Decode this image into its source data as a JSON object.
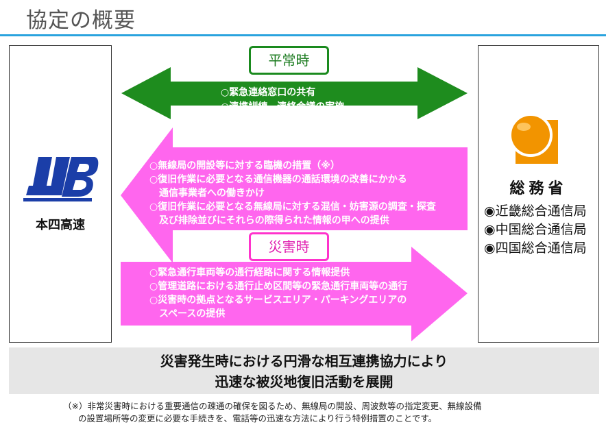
{
  "title": "協定の概要",
  "left_org": {
    "name": "本四高速",
    "logo_letters": "JB"
  },
  "right_org": {
    "name": "総務省",
    "bureaus": [
      "◉近畿総合通信局",
      "◉中国総合通信局",
      "◉四国総合通信局"
    ]
  },
  "normal": {
    "label": "平常時",
    "items": [
      "○緊急連絡窓口の共有",
      "○連携訓練、連絡会議の実施"
    ]
  },
  "disaster": {
    "label": "災害時",
    "to_left_items": [
      "○無線局の開設等に対する臨機の措置（※）",
      "○復旧作業に必要となる通信機器の通話環境の改善にかかる",
      "　通信事業者への働きかけ",
      "○復旧作業に必要となる無線局に対する混信・妨害源の調査・探査",
      "　及び排除並びにそれらの際得られた情報の甲への提供"
    ],
    "to_right_items": [
      "○緊急通行車両等の通行経路に関する情報提供",
      "○管理道路における通行止め区間等の緊急通行車両等の通行",
      "○災害時の拠点となるサービスエリア・パーキングエリアの",
      "　スペースの提供"
    ]
  },
  "summary": [
    "災害発生時における円滑な相互連携協力により",
    "迅速な被災地復旧活動を展開"
  ],
  "note": [
    "（※）非常災害時における重要通信の疎通の確保を図るため、無線局の開設、周波数等の指定変更、無線設備",
    "の設置場所等の変更に必要な手続きを、電話等の迅速な方法により行う特例措置のことです。"
  ],
  "colors": {
    "green_arrow": "#1e8c1e",
    "pink_arrow": "#ff66ee",
    "title_rule": "#29a3de",
    "soumu_orange": "#f29400"
  }
}
